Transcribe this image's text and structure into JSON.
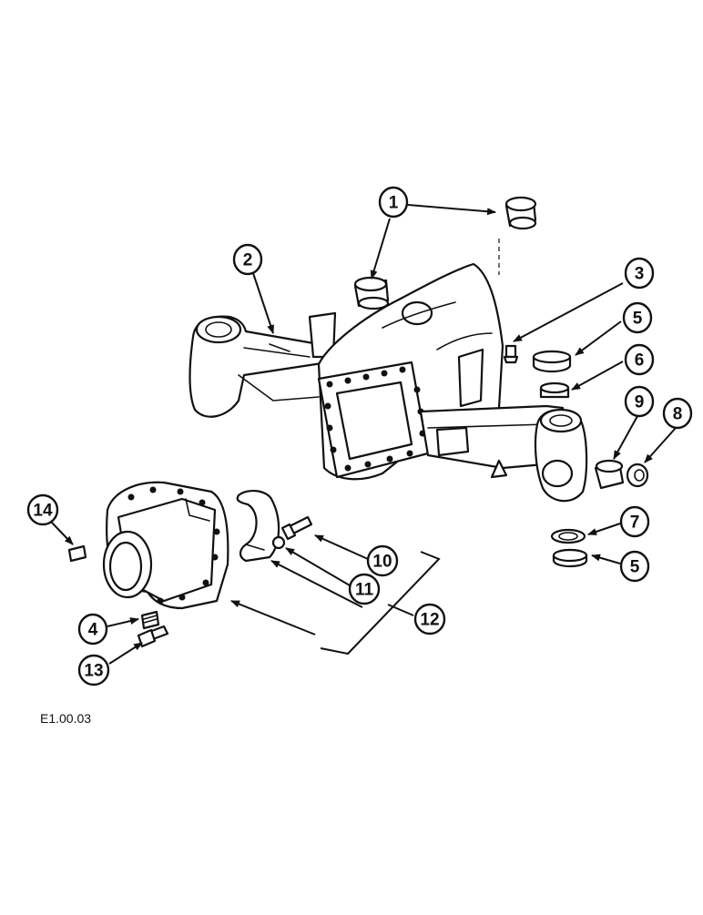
{
  "figure": {
    "caption": "E1.00.03",
    "callouts": [
      {
        "key": "c1",
        "label": "1"
      },
      {
        "key": "c2",
        "label": "2"
      },
      {
        "key": "c3",
        "label": "3"
      },
      {
        "key": "c4",
        "label": "4"
      },
      {
        "key": "c5a",
        "label": "5"
      },
      {
        "key": "c5b",
        "label": "5"
      },
      {
        "key": "c6",
        "label": "6"
      },
      {
        "key": "c7",
        "label": "7"
      },
      {
        "key": "c8",
        "label": "8"
      },
      {
        "key": "c9",
        "label": "9"
      },
      {
        "key": "c10",
        "label": "10"
      },
      {
        "key": "c11",
        "label": "11"
      },
      {
        "key": "c12",
        "label": "12"
      },
      {
        "key": "c13",
        "label": "13"
      },
      {
        "key": "c14",
        "label": "14"
      }
    ]
  }
}
